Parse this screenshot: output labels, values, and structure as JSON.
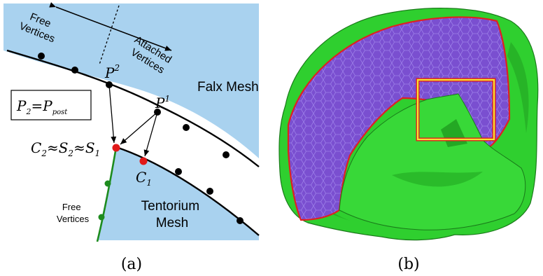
{
  "panel_a": {
    "caption": "(a)",
    "free_vertices_top": [
      "Free",
      "Vertices"
    ],
    "attached_vertices": [
      "Attached",
      "Vertices"
    ],
    "falx_mesh": "Falx Mesh",
    "tentorium_mesh": [
      "Tentorium",
      "Mesh"
    ],
    "free_vertices_bottom": [
      "Free",
      "Vertices"
    ],
    "boxed_equation": {
      "p": "P",
      "p_sub": "2",
      "eq": "=",
      "p2": "P",
      "p2_sub": "post"
    },
    "point_p2": {
      "base": "P",
      "sub": "2"
    },
    "point_p1": {
      "base": "P",
      "sub": "1"
    },
    "point_c1": {
      "base": "C",
      "sub": "1"
    },
    "equation_c2": {
      "c": "C",
      "c_sub": "2",
      "approx1": "≈",
      "s2": "S",
      "s2_sub": "2",
      "approx2": "≈",
      "s1": "S",
      "s1_sub": "1"
    }
  },
  "panel_b": {
    "caption": "(b)"
  },
  "colors": {
    "mesh_fill": "#a9d2ef",
    "edge": "#000000",
    "contact_point": "#e11919",
    "tentorium_edge": "#1e8c1e",
    "brain_green": "#2fcf2f",
    "falx_purple": "#7a4fd0",
    "outline_red": "#e02020",
    "highlight_yellow": "#f5e632"
  }
}
